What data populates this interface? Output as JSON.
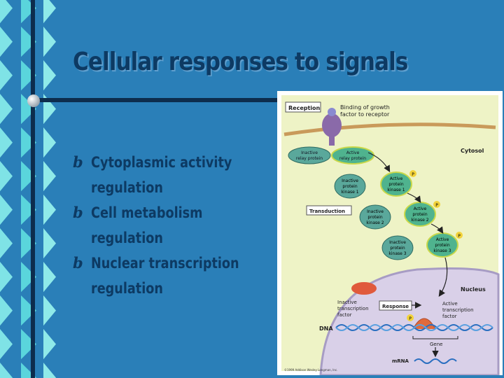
{
  "slide": {
    "title": "Cellular responses to signals",
    "bullet_symbol": "b",
    "bullets": [
      "Cytoplasmic activity regulation",
      "Cell metabolism regulation",
      "Nuclear transcription regulation"
    ]
  },
  "figure": {
    "reception_label": "Reception",
    "growth_factor_label_1": "Binding of growth",
    "growth_factor_label_2": "factor to receptor",
    "cytosol_label": "Cytosol",
    "transduction_label": "Transduction",
    "nucleus_label": "Nucleus",
    "response_label": "Response",
    "inactive_relay_1": "Inactive",
    "inactive_relay_2": "relay protein",
    "active_relay_1": "Active",
    "active_relay_2": "relay protein",
    "inactive_k1": [
      "Inactive",
      "protein",
      "kinase 1"
    ],
    "active_k1": [
      "Active",
      "protein",
      "kinase 1"
    ],
    "inactive_k2": [
      "Inactive",
      "protein",
      "kinase 2"
    ],
    "active_k2": [
      "Active",
      "protein",
      "kinase 2"
    ],
    "inactive_k3": [
      "Inactive",
      "protein",
      "kinase 3"
    ],
    "active_k3": [
      "Active",
      "protein",
      "kinase 3"
    ],
    "phosphate": "P",
    "inactive_tf": [
      "Inactive",
      "transcription",
      "factor"
    ],
    "active_tf": [
      "Active",
      "transcription",
      "factor"
    ],
    "dna_label": "DNA",
    "gene_label": "Gene",
    "mrna_label": "mRNA",
    "copyright": "©1999 Addison Wesley Longman, Inc."
  },
  "colors": {
    "background": "#2a7fb8",
    "title_text": "#0d3a63",
    "figure_background": "#eef3c6",
    "cytosol": "#f3f6cf",
    "nucleus": "#d9d0e8",
    "protein_inactive": "#5aa89b",
    "protein_active": "#4fb38e"
  }
}
